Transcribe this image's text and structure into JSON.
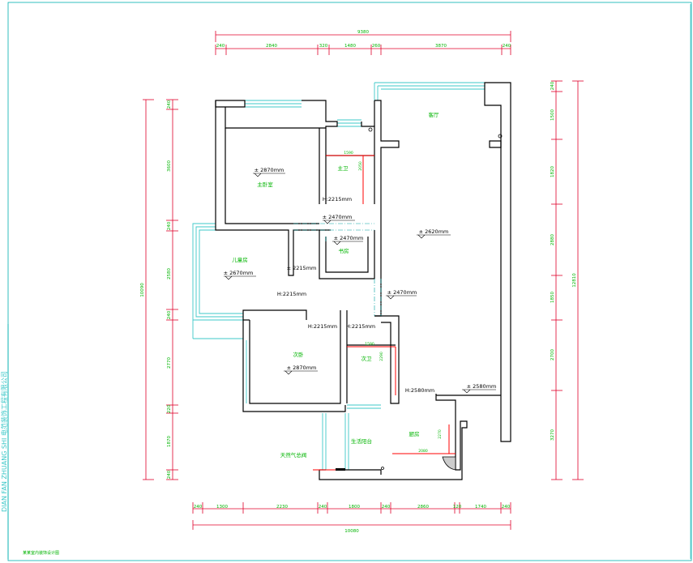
{
  "colors": {
    "wall": "#000000",
    "dim_line": "#e0002a",
    "dim_text": "#00b400",
    "window": "#3cc8c8",
    "aux_line": "#00a0a0",
    "red_mark": "#ff0000",
    "frame": "#00b0b0"
  },
  "dims": {
    "top_total": "9380",
    "top_segments": [
      "240",
      "2840",
      "320",
      "1480",
      "260",
      "3870",
      "240"
    ],
    "bottom_total": "10080",
    "bottom_segments": [
      "240",
      "1300",
      "2230",
      "240",
      "1800",
      "240",
      "2860",
      "120",
      "1740",
      "240"
    ],
    "left_total": "10090",
    "left_segments": [
      "240",
      "3600",
      "240",
      "2580",
      "240",
      "2770",
      "220",
      "1870",
      "240"
    ],
    "right_total": "12810",
    "right_segments": [
      "240",
      "1500",
      "1820",
      "2880",
      "1850",
      "2700",
      "3270"
    ]
  },
  "rooms": {
    "master_bedroom": {
      "name": "主卧室",
      "height": "± 2870mm"
    },
    "master_bath": {
      "name": "主卫",
      "height": "H:2215mm",
      "width": "1590"
    },
    "living": {
      "name": "客厅",
      "height": "± 2620mm"
    },
    "study": {
      "name": "书房",
      "height": "± 2470mm",
      "upper_height": "± 2470mm"
    },
    "child_room": {
      "name": "儿童房",
      "height": "± 2670mm",
      "height2": "± 2215mm"
    },
    "corridor": {
      "height": "H:2215mm",
      "height2": "± 2470mm"
    },
    "bedroom2": {
      "name": "次卧",
      "height": "± 2870mm",
      "h_label": "H:2215mm"
    },
    "bath2": {
      "name": "次卫",
      "height": "H:2215mm",
      "width": "1590"
    },
    "kitchen": {
      "name": "厨房",
      "height": "H:2580mm",
      "width": "2080",
      "side": "2270"
    },
    "dining": {
      "height": "± 2580mm"
    },
    "balcony": {
      "name": "生活阳台"
    },
    "entrance": {
      "name": "天然气总阀"
    }
  },
  "left_vertical_text": "DIAN FAN ZHUANG SHI 电范装饰工程有限公司",
  "bottom_caption": "某某室内装饰设计图"
}
